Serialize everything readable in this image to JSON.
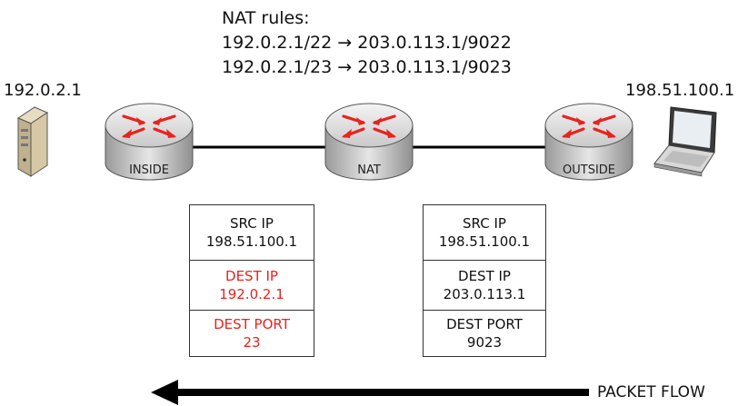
{
  "nat_rules": {
    "title": "NAT rules:",
    "rules": [
      {
        "from": "192.0.2.1/22",
        "arrow": "→",
        "to": "203.0.113.1/9022"
      },
      {
        "from": "192.0.2.1/23",
        "arrow": "→",
        "to": "203.0.113.1/9023"
      }
    ]
  },
  "hosts": {
    "server_ip": "192.0.2.1",
    "laptop_ip": "198.51.100.1"
  },
  "routers": [
    {
      "label": "INSIDE"
    },
    {
      "label": "NAT"
    },
    {
      "label": "OUTSIDE"
    }
  ],
  "packets": {
    "inside": {
      "src_label": "SRC IP",
      "src_value": "198.51.100.1",
      "dest_ip_label": "DEST IP",
      "dest_ip_value": "192.0.2.1",
      "dest_port_label": "DEST PORT",
      "dest_port_value": "23"
    },
    "outside": {
      "src_label": "SRC IP",
      "src_value": "198.51.100.1",
      "dest_ip_label": "DEST IP",
      "dest_ip_value": "203.0.113.1",
      "dest_port_label": "DEST PORT",
      "dest_port_value": "9023"
    }
  },
  "flow": {
    "label": "PACKET FLOW"
  },
  "colors": {
    "highlight": "#e8231e",
    "router_arrow": "#e8231e"
  }
}
